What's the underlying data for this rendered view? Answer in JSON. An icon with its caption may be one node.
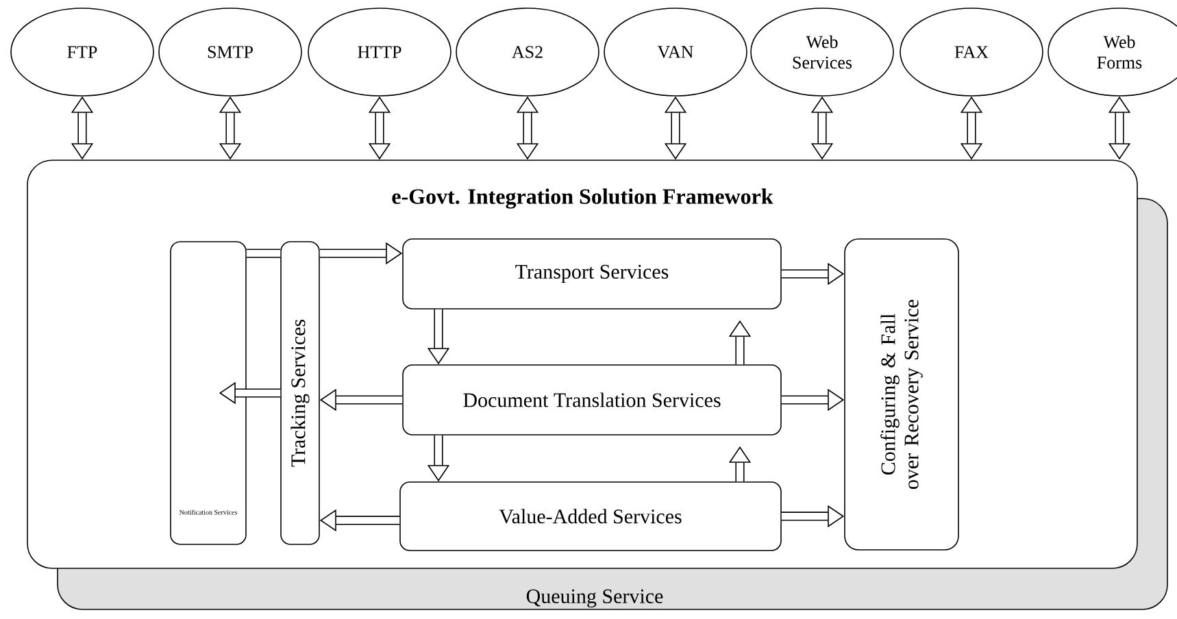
{
  "diagram": {
    "nodes": [
      {
        "text": [
          "FTP"
        ]
      },
      {
        "text": [
          "SMTP"
        ]
      },
      {
        "text": [
          "HTTP"
        ]
      },
      {
        "text": [
          "AS2"
        ]
      },
      {
        "text": [
          "VAN"
        ]
      },
      {
        "text": [
          "Web Services"
        ]
      },
      {
        "text": [
          "FAX"
        ]
      },
      {
        "text": [
          "Web Forms"
        ]
      },
      {
        "text": [
          "Queuing Service"
        ]
      },
      {
        "text": [
          "e-Govt. Integration Solution Framework"
        ]
      },
      {
        "text": [
          "Notification Services"
        ],
        "in": 9
      },
      {
        "text": [
          "Tracking Services"
        ],
        "in": 9
      },
      {
        "text": [
          "Transport Services"
        ],
        "in": 9
      },
      {
        "text": [
          "Document Translation Services"
        ],
        "in": 9
      },
      {
        "text": [
          "Value-Added Services"
        ],
        "in": 9
      },
      {
        "text": [
          "Configuring & Fall over Recovery Service"
        ],
        "in": 9
      }
    ],
    "edges": [
      {
        "from": 0,
        "to": 9,
        "arrow": "both"
      },
      {
        "from": 1,
        "to": 9,
        "arrow": "both"
      },
      {
        "from": 2,
        "to": 9,
        "arrow": "both"
      },
      {
        "from": 3,
        "to": 9,
        "arrow": "both"
      },
      {
        "from": 4,
        "to": 9,
        "arrow": "both"
      },
      {
        "from": 5,
        "to": 9,
        "arrow": "both"
      },
      {
        "from": 6,
        "to": 9,
        "arrow": "both"
      },
      {
        "from": 7,
        "to": 9,
        "arrow": "both"
      },
      {
        "from": 10,
        "to": 11,
        "arrow": "none"
      },
      {
        "from": 11,
        "to": 12,
        "arrow": "to"
      },
      {
        "from": 11,
        "to": 10,
        "arrow": "to"
      },
      {
        "from": 13,
        "to": 11,
        "arrow": "to"
      },
      {
        "from": 14,
        "to": 11,
        "arrow": "to"
      },
      {
        "from": 12,
        "to": 13,
        "arrow": "to"
      },
      {
        "from": 13,
        "to": 14,
        "arrow": "to"
      },
      {
        "from": 13,
        "to": 12,
        "arrow": "to"
      },
      {
        "from": 14,
        "to": 13,
        "arrow": "to"
      },
      {
        "from": 12,
        "to": 15,
        "arrow": "to"
      },
      {
        "from": 13,
        "to": 15,
        "arrow": "to"
      },
      {
        "from": 14,
        "to": 15,
        "arrow": "to"
      }
    ]
  }
}
